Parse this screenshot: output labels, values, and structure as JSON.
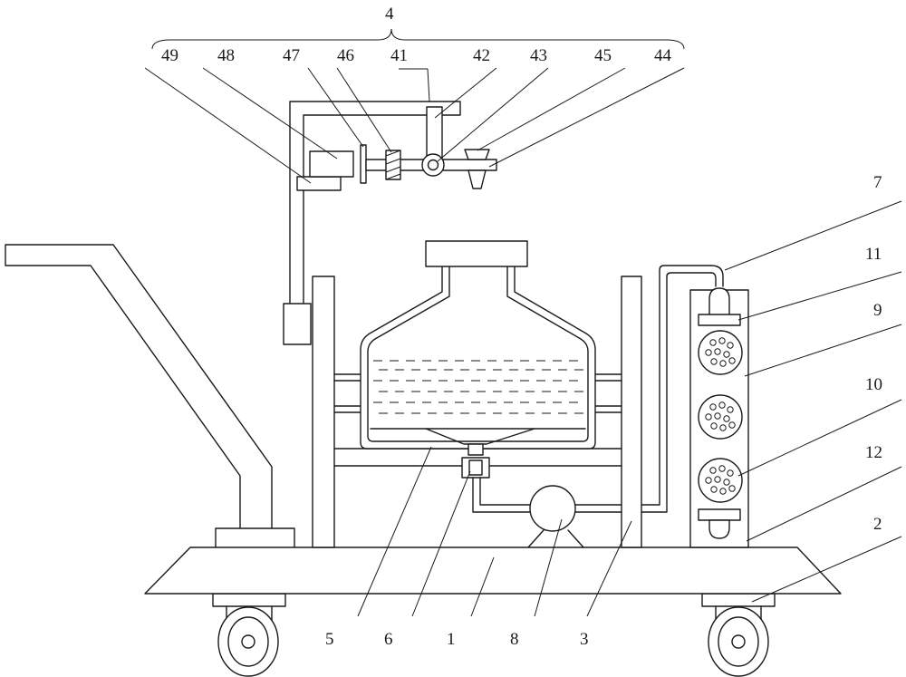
{
  "labels": {
    "l4": "4",
    "l49": "49",
    "l48": "48",
    "l47": "47",
    "l46": "46",
    "l41": "41",
    "l42": "42",
    "l43": "43",
    "l45": "45",
    "l44": "44",
    "l7": "7",
    "l11": "11",
    "l9": "9",
    "l10": "10",
    "l12": "12",
    "l2": "2",
    "l5": "5",
    "l6": "6",
    "l1": "1",
    "l8": "8",
    "l3": "3"
  },
  "colors": {
    "line": "#1a1a1a",
    "background": "#ffffff"
  }
}
